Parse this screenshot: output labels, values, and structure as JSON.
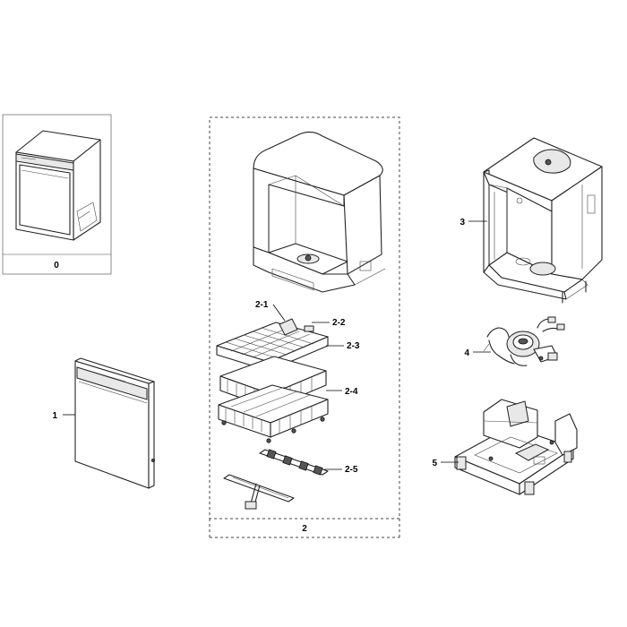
{
  "diagram": {
    "labels": {
      "p0": "0",
      "p1": "1",
      "p2": "2",
      "p2_1": "2-1",
      "p2_2": "2-2",
      "p2_3": "2-3",
      "p2_4": "2-4",
      "p2_5": "2-5",
      "p3": "3",
      "p4": "4",
      "p5": "5"
    }
  }
}
